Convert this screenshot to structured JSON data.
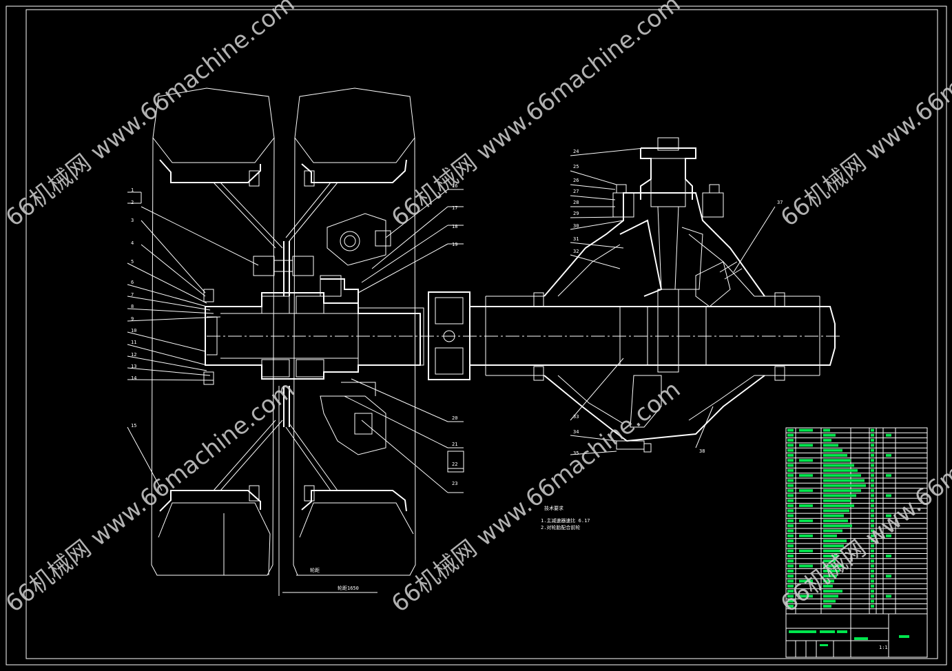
{
  "watermark": "66机械网 www.66machine.com",
  "labels_left": [
    "1",
    "2",
    "3",
    "4",
    "5",
    "6",
    "7",
    "8",
    "9",
    "10",
    "11",
    "12",
    "13",
    "14",
    "15"
  ],
  "labels_right_mid": [
    "16",
    "17",
    "18",
    "19",
    "20",
    "21",
    "22",
    "23"
  ],
  "labels_diff": [
    "24",
    "25",
    "26",
    "27",
    "28",
    "29",
    "30",
    "31",
    "32",
    "33",
    "34",
    "35"
  ],
  "label_37": "37",
  "label_38": "38",
  "tech_title": "技术要求",
  "tech_lines": [
    "1.主减速器速比 6.17",
    "2.对轮胎配合前轮"
  ],
  "dim_text_1": "轮距",
  "dim_text_2": "轮距1650",
  "scale_text": "1:1",
  "colors": {
    "line": "#ffffff",
    "highlight": "#00e64d",
    "background": "#000000"
  }
}
